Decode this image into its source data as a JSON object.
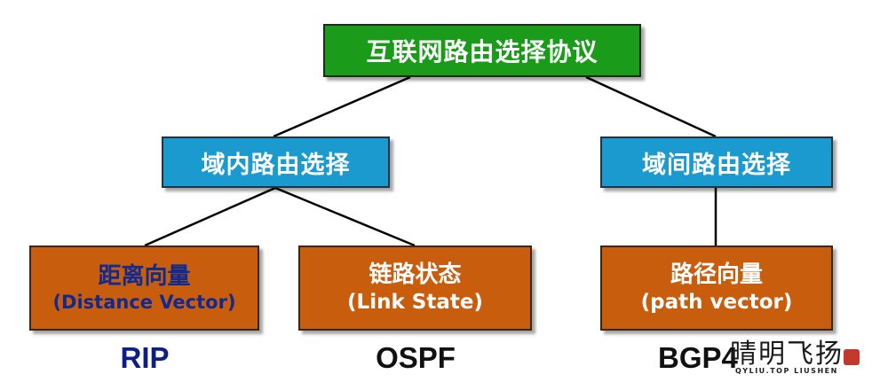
{
  "root": {
    "label": "互联网路由选择协议"
  },
  "categories": [
    {
      "label": "域内路由选择"
    },
    {
      "label": "域间路由选择"
    }
  ],
  "algorithms": [
    {
      "title": "距离向量",
      "subtitle": "(Distance Vector)"
    },
    {
      "title": "链路状态",
      "subtitle": "(Link State)"
    },
    {
      "title": "路径向量",
      "subtitle": "(path vector)"
    }
  ],
  "protocols": [
    "RIP",
    "OSPF",
    "BGP4"
  ],
  "watermark": {
    "text": "晴明飞扬",
    "subtext": "QYLIU.TOP  LIUSHEN"
  },
  "colors": {
    "root": "#1a9c1a",
    "category": "#1b9ad0",
    "algorithm": "#c85d0e",
    "rip_text": "#0d1d8a"
  }
}
